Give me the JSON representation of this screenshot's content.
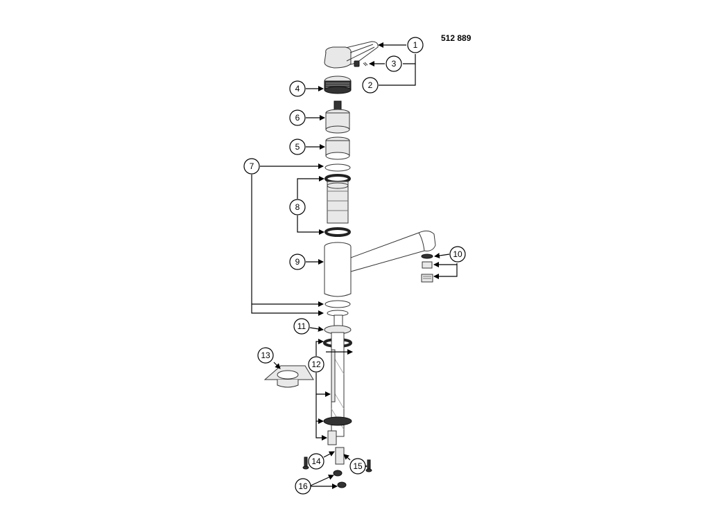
{
  "article_number": "512 889",
  "callouts": [
    "1",
    "2",
    "3",
    "4",
    "5",
    "6",
    "7",
    "8",
    "9",
    "10",
    "11",
    "12",
    "13",
    "14",
    "15",
    "16"
  ]
}
